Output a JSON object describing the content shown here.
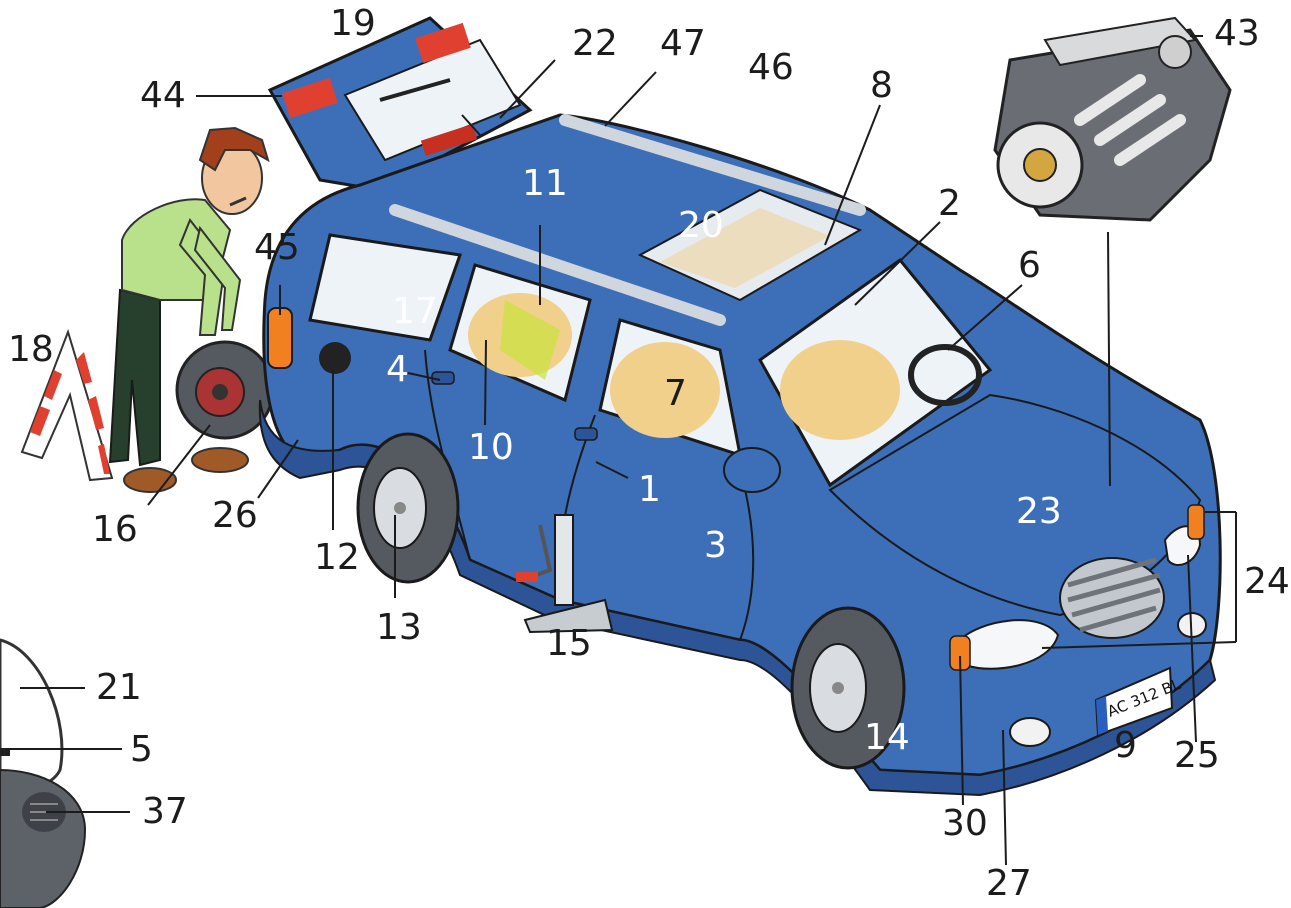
{
  "callouts": [
    {
      "id": "1",
      "text": "1"
    },
    {
      "id": "2",
      "text": "2"
    },
    {
      "id": "3",
      "text": "3"
    },
    {
      "id": "4",
      "text": "4"
    },
    {
      "id": "5",
      "text": "5"
    },
    {
      "id": "6",
      "text": "6"
    },
    {
      "id": "7",
      "text": "7"
    },
    {
      "id": "8",
      "text": "8"
    },
    {
      "id": "9",
      "text": "9"
    },
    {
      "id": "10",
      "text": "10"
    },
    {
      "id": "11",
      "text": "11"
    },
    {
      "id": "12",
      "text": "12"
    },
    {
      "id": "13",
      "text": "13"
    },
    {
      "id": "14",
      "text": "14"
    },
    {
      "id": "15",
      "text": "15"
    },
    {
      "id": "16",
      "text": "16"
    },
    {
      "id": "17",
      "text": "17"
    },
    {
      "id": "18",
      "text": "18"
    },
    {
      "id": "19",
      "text": "19"
    },
    {
      "id": "20",
      "text": "20"
    },
    {
      "id": "21",
      "text": "21"
    },
    {
      "id": "22",
      "text": "22"
    },
    {
      "id": "23",
      "text": "23"
    },
    {
      "id": "24",
      "text": "24"
    },
    {
      "id": "25",
      "text": "25"
    },
    {
      "id": "26",
      "text": "26"
    },
    {
      "id": "27",
      "text": "27"
    },
    {
      "id": "30",
      "text": "30"
    },
    {
      "id": "37",
      "text": "37"
    },
    {
      "id": "43",
      "text": "43"
    },
    {
      "id": "44",
      "text": "44"
    },
    {
      "id": "45",
      "text": "45"
    },
    {
      "id": "46",
      "text": "46"
    },
    {
      "id": "47",
      "text": "47"
    }
  ],
  "license_plate": "AC 312 BL",
  "colors": {
    "car_body": "#3d6fb8",
    "car_body_shadow": "#2c5496",
    "window": "#eef3f8",
    "seat": "#f0d08a",
    "tire": "#555a60",
    "hubcap": "#d9dde2",
    "shirt": "#b9e08a",
    "pants": "#27402e",
    "hair": "#a2401c",
    "warning_red": "#e04030",
    "indicator_orange": "#f08020",
    "engine_grey": "#6a6e74"
  },
  "scene_objects": [
    "car",
    "man-changing-tire",
    "warning-triangle",
    "engine",
    "jack",
    "side-mirror-closeup"
  ]
}
